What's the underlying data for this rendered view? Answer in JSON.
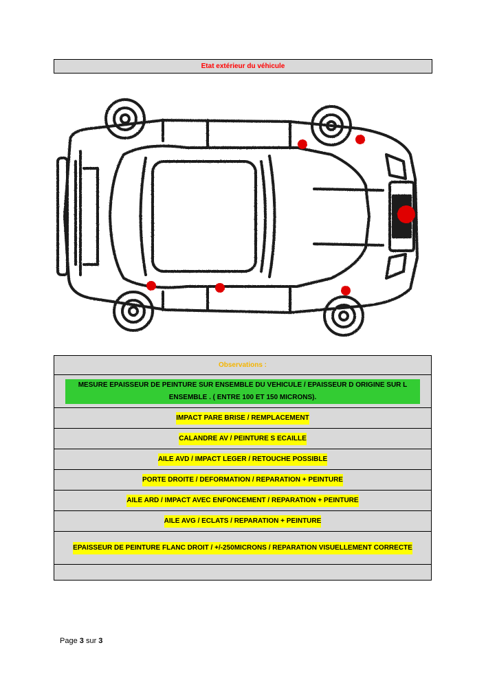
{
  "title": "Etat extérieur du véhicule",
  "observations": {
    "header": "Observations :",
    "items": [
      {
        "text": "MESURE EPAISSEUR DE PEINTURE SUR ENSEMBLE DU VEHICULE / EPAISSEUR D ORIGINE SUR L ENSEMBLE . ( ENTRE 100 ET 150 MICRONS).",
        "highlight": "#33cc33"
      },
      {
        "text": "IMPACT PARE BRISE / REMPLACEMENT",
        "highlight": "#ffff00"
      },
      {
        "text": "CALANDRE AV / PEINTURE S ECAILLE",
        "highlight": "#ffff00"
      },
      {
        "text": "AILE AVD / IMPACT LEGER / RETOUCHE POSSIBLE",
        "highlight": "#ffff00"
      },
      {
        "text": "PORTE DROITE / DEFORMATION / REPARATION + PEINTURE",
        "highlight": "#ffff00"
      },
      {
        "text": "AILE ARD / IMPACT AVEC ENFONCEMENT / REPARATION + PEINTURE",
        "highlight": "#ffff00"
      },
      {
        "text": "AILE AVG / ECLATS / REPARATION + PEINTURE",
        "highlight": "#ffff00"
      },
      {
        "text": "EPAISSEUR DE PEINTURE FLANC DROIT / +/-250MICRONS / REPARATION VISUELLEMENT CORRECTE",
        "highlight": "#ffff00"
      },
      {
        "text": "",
        "highlight": ""
      }
    ]
  },
  "footer": {
    "prefix": "Page",
    "current": "3",
    "separator": "sur",
    "total": "3"
  },
  "colors": {
    "damage_marker": "#e00000",
    "title_text": "#ff0000",
    "header_text": "#f4b400",
    "cell_bg": "#d9d9d9"
  }
}
